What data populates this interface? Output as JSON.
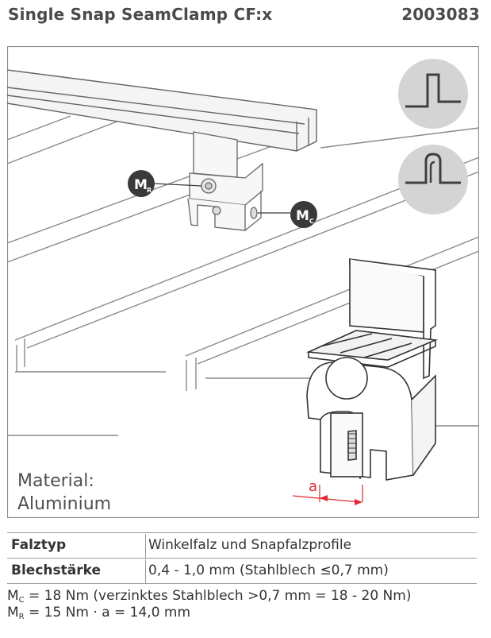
{
  "header": {
    "title": "Single Snap SeamClamp CF:x",
    "code": "2003083"
  },
  "figure": {
    "labels": {
      "mr": {
        "main": "M",
        "sub": "R"
      },
      "mc": {
        "main": "M",
        "sub": "C"
      },
      "a": "a"
    },
    "material": {
      "line1": "Material:",
      "line2": "Aluminium"
    },
    "colors": {
      "frame": "#8c8c8c",
      "badge": "#3a3a3a",
      "icon_bg": "#d4d4d4",
      "dimension": "#e0282f"
    }
  },
  "table": {
    "rows": [
      {
        "key": "Falztyp",
        "value": "Winkelfalz und Snapfalzprofile"
      },
      {
        "key": "Blechstärke",
        "value": "0,4 - 1,0 mm (Stahlblech ≤0,7 mm)"
      }
    ]
  },
  "notes": {
    "mc": {
      "sym": "M",
      "sub": "C",
      "text": " = 18 Nm (verzinktes Stahlblech >0,7 mm = 18 - 20 Nm)"
    },
    "mr": {
      "sym": "M",
      "sub": "R",
      "text": " = 15 Nm · a = 14,0 mm"
    }
  }
}
